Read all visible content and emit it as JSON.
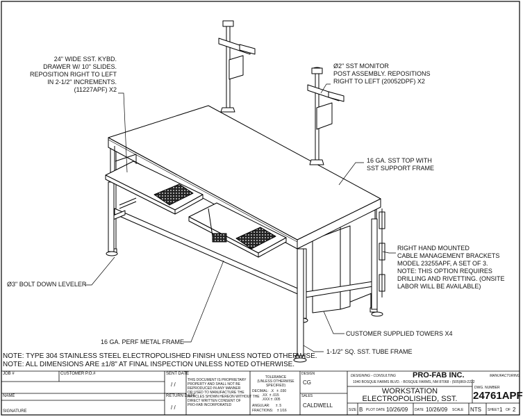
{
  "callouts": {
    "keyboard_drawer": "24\" WIDE SST. KYBD.\nDRAWER W/ 10\" SLIDES.\nREPOSITION RIGHT TO LEFT\nIN 2-1/2\" INCREMENTS.\n(11227APF) X2",
    "monitor_post": "Ø2\" SST MONITOR\nPOST ASSEMBLY. REPOSITIONS\nRIGHT TO LEFT (20052DPF) X2",
    "top": "16 GA. SST TOP WITH\nSST SUPPORT FRAME",
    "cable_brackets": "RIGHT HAND MOUNTED\nCABLE MANAGEMENT BRACKETS\nMODEL 23255APF, A SET OF 3.\nNOTE: THIS OPTION REQUIRES\nDRILLING AND RIVETTING. (ONSITE\nLABOR WILL BE AVAILABLE)",
    "leveler": "Ø3\" BOLT DOWN LEVELER",
    "towers": "CUSTOMER SUPPLIED TOWERS X4",
    "perf_frame": "16 GA. PERF METAL FRAME",
    "tube_frame": "1-1/2\" SQ. SST. TUBE FRAME"
  },
  "notes": [
    "NOTE: TYPE 304 STAINLESS STEEL ELECTROPOLISHED FINISH UNLESS NOTED OTHERWISE.",
    "NOTE: ALL DIMENSIONS ARE ±1/8\" AT FINAL INSPECTION UNLESS NOTED OTHERWISE."
  ],
  "title_block": {
    "job": "JOB #",
    "customer_po": "CUSTOMER P.O.#",
    "name": "NAME",
    "signature": "SIGNATURE",
    "sent_date": "SENT DATE",
    "sent_value": "/ /",
    "return_date": "RETURN DATE",
    "return_value": "/ /",
    "proprietary": "THIS DOCUMENT IS PROPRIETARY\nPROPERTY AND SHALL NOT BE\nREPRODUCED IN ANY MANNER\nOR USED TO MANUFACTURE THE\nARTICLES SHOWN HEREON WITHOUT THE\nDIRECT WRITTEN CONSENT OF\nPRO-FAB INCORPORATED",
    "tolerance_title": "TOLERANCE\n(UNLESS OTHERWISE\nSPECIFIED)",
    "tolerance_decimal": "DECIMAL:  .X   ± .030\n          .XX  ± .015\n          .XXX ± .005",
    "tolerance_angular": "ANGULAR:      ± .5",
    "tolerance_fractions": "FRACTIONS:    ± 1/16",
    "design_label": "DESIGN",
    "design_value": "CG",
    "sales_label": "SALES",
    "sales_value": "CALDWELL",
    "tagline": "DESIGNING - CONSULTING",
    "company": "PRO-FAB INC.",
    "manufacturing": "MANUFACTURING",
    "address": "1040 BOSQUE FARMS BLVD. - BOSQUE FARMS, NM 87068 - (505)869-2222",
    "dwg_label": "DWG. NUMBER",
    "dwg_number": "24761APF",
    "title_line1": "WORKSTATION",
    "title_line2": "ELECTROPOLISHED, SST.",
    "size_label": "SIZE",
    "size_value": "B",
    "plot_label": "PLOT DATE",
    "plot_value": "10/26/09",
    "date_label": "DATE",
    "date_value": "10/26/09",
    "scale_label": "SCALE",
    "scale_value": "NTS",
    "sheet_label": "SHEET",
    "sheet_value": "1",
    "of_label": "OF",
    "of_value": "2"
  }
}
